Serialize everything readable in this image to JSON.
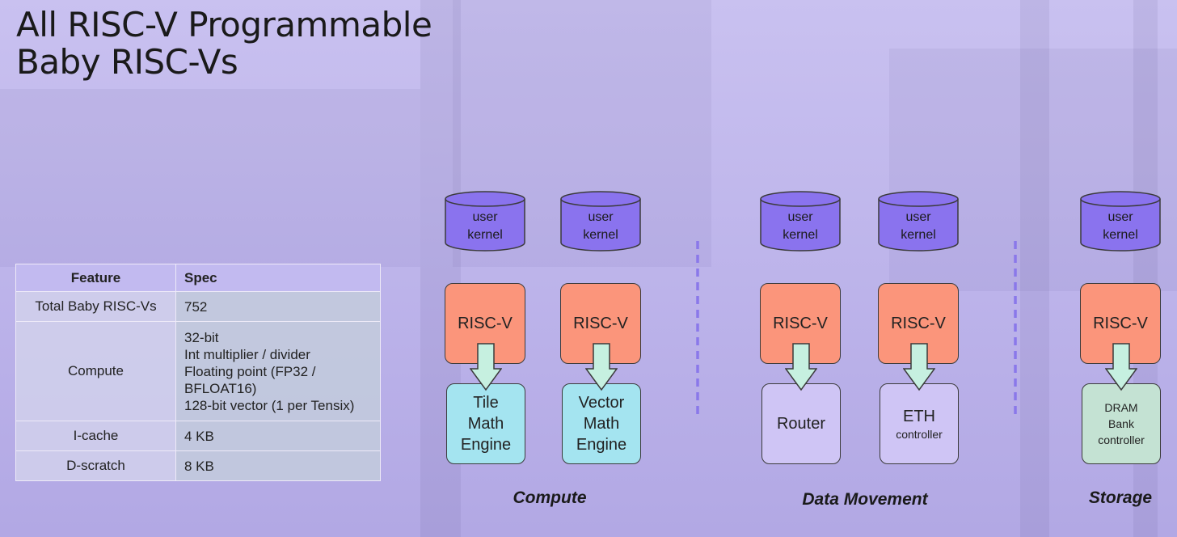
{
  "title": {
    "line1": "All RISC-V Programmable",
    "line2": "Baby RISC-Vs"
  },
  "table": {
    "header": [
      "Feature",
      "Spec"
    ],
    "rows": [
      {
        "feature": "Total Baby RISC-Vs",
        "spec": [
          "752"
        ]
      },
      {
        "feature": "Compute",
        "spec": [
          "32-bit",
          "Int multiplier / divider",
          "Floating point (FP32 /",
          "BFLOAT16)",
          "128-bit vector (1 per Tensix)"
        ]
      },
      {
        "feature": "I-cache",
        "spec": [
          "4 KB"
        ]
      },
      {
        "feature": "D-scratch",
        "spec": [
          "8 KB"
        ]
      }
    ]
  },
  "diagram": {
    "cylinder_label": [
      "user",
      "kernel"
    ],
    "riscv_label": "RISC-V",
    "columns": [
      {
        "engine": [
          "Tile",
          "Math",
          "Engine"
        ],
        "engine_color": "#a4e4f0"
      },
      {
        "engine": [
          "Vector",
          "Math",
          "Engine"
        ],
        "engine_color": "#a4e4f0"
      },
      {
        "engine": [
          "Router"
        ],
        "engine_color": "#cfc5f5"
      },
      {
        "engine": [
          "ETH",
          "controller"
        ],
        "engine_color": "#cfc5f5"
      },
      {
        "engine": [
          "DRAM",
          "Bank",
          "controller"
        ],
        "engine_color": "#c4e2d3"
      }
    ],
    "groups": [
      "Compute",
      "Data Movement",
      "Storage"
    ]
  },
  "colors": {
    "cylinder": "#8a73ee",
    "riscv": "#fb957b",
    "arrow": "#c6f0e0",
    "divider": "#8a78ea"
  }
}
